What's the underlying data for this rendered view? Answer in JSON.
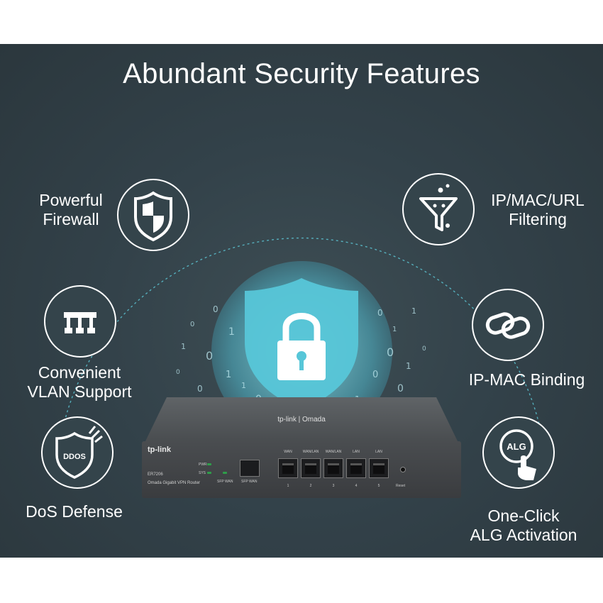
{
  "title": "Abundant Security Features",
  "features": {
    "firewall": {
      "label": "Powerful\nFirewall",
      "icon": "shield-icon"
    },
    "vlan": {
      "label": "Convenient\nVLAN Support",
      "icon": "vlan-network-icon"
    },
    "dos": {
      "label": "DoS Defense",
      "icon": "ddos-shield-icon",
      "icon_text": "DDOS"
    },
    "filtering": {
      "label": "IP/MAC/URL\nFiltering",
      "icon": "filter-funnel-icon"
    },
    "binding": {
      "label": "IP-MAC Binding",
      "icon": "chain-link-icon"
    },
    "alg": {
      "label": "One-Click\nALG Activation",
      "icon": "alg-tap-icon",
      "icon_text": "ALG"
    }
  },
  "center": {
    "icon": "padlock-shield-icon"
  },
  "router": {
    "top_brand": "tp-link | Omada",
    "brand": "tp-link",
    "model": "ER7206",
    "subtitle": "Omada Gigabit VPN Router",
    "leds": {
      "pwr": "PWR",
      "sys": "SYS"
    },
    "sfp_wan_led": "SFP WAN",
    "sfp_wan_port": "SFP WAN",
    "ports": [
      {
        "top": "WAN",
        "num": "1"
      },
      {
        "top": "WAN/LAN",
        "num": "2"
      },
      {
        "top": "WAN/LAN",
        "num": "3"
      },
      {
        "top": "LAN",
        "num": "4"
      },
      {
        "top": "LAN",
        "num": "5"
      }
    ],
    "reset": "Reset"
  },
  "colors": {
    "background": "#33424a",
    "accent": "#4fc3d6",
    "white": "#ffffff"
  }
}
